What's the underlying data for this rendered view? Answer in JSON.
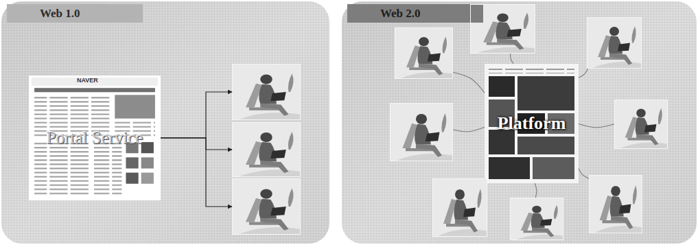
{
  "diagram": {
    "nodes": [
      {
        "text": [
          "Web 1.0"
        ]
      },
      {
        "text": [
          "Portal Service"
        ],
        "in": 0
      },
      {
        "text": [],
        "in": 0
      },
      {
        "text": [],
        "in": 0
      },
      {
        "text": [],
        "in": 0
      },
      {
        "text": [
          "Web 2.0"
        ]
      },
      {
        "text": [
          "Platform"
        ],
        "in": 5
      },
      {
        "text": [],
        "in": 5
      },
      {
        "text": [],
        "in": 5
      },
      {
        "text": [],
        "in": 5
      },
      {
        "text": [],
        "in": 5
      },
      {
        "text": [],
        "in": 5
      },
      {
        "text": [],
        "in": 5
      },
      {
        "text": [],
        "in": 5
      },
      {
        "text": [],
        "in": 5
      }
    ],
    "edges": [
      {
        "from": 1,
        "to": 2,
        "arrow": "to"
      },
      {
        "from": 1,
        "to": 3,
        "arrow": "to"
      },
      {
        "from": 1,
        "to": 4,
        "arrow": "to"
      },
      {
        "from": 6,
        "to": 7,
        "arrow": "none"
      },
      {
        "from": 6,
        "to": 8,
        "arrow": "none"
      },
      {
        "from": 6,
        "to": 9,
        "arrow": "none"
      },
      {
        "from": 6,
        "to": 10,
        "arrow": "none"
      },
      {
        "from": 6,
        "to": 11,
        "arrow": "none"
      },
      {
        "from": 6,
        "to": 12,
        "arrow": "none"
      },
      {
        "from": 6,
        "to": 13,
        "arrow": "none"
      },
      {
        "from": 6,
        "to": 14,
        "arrow": "none"
      }
    ],
    "labels": [
      "NAVER"
    ]
  }
}
